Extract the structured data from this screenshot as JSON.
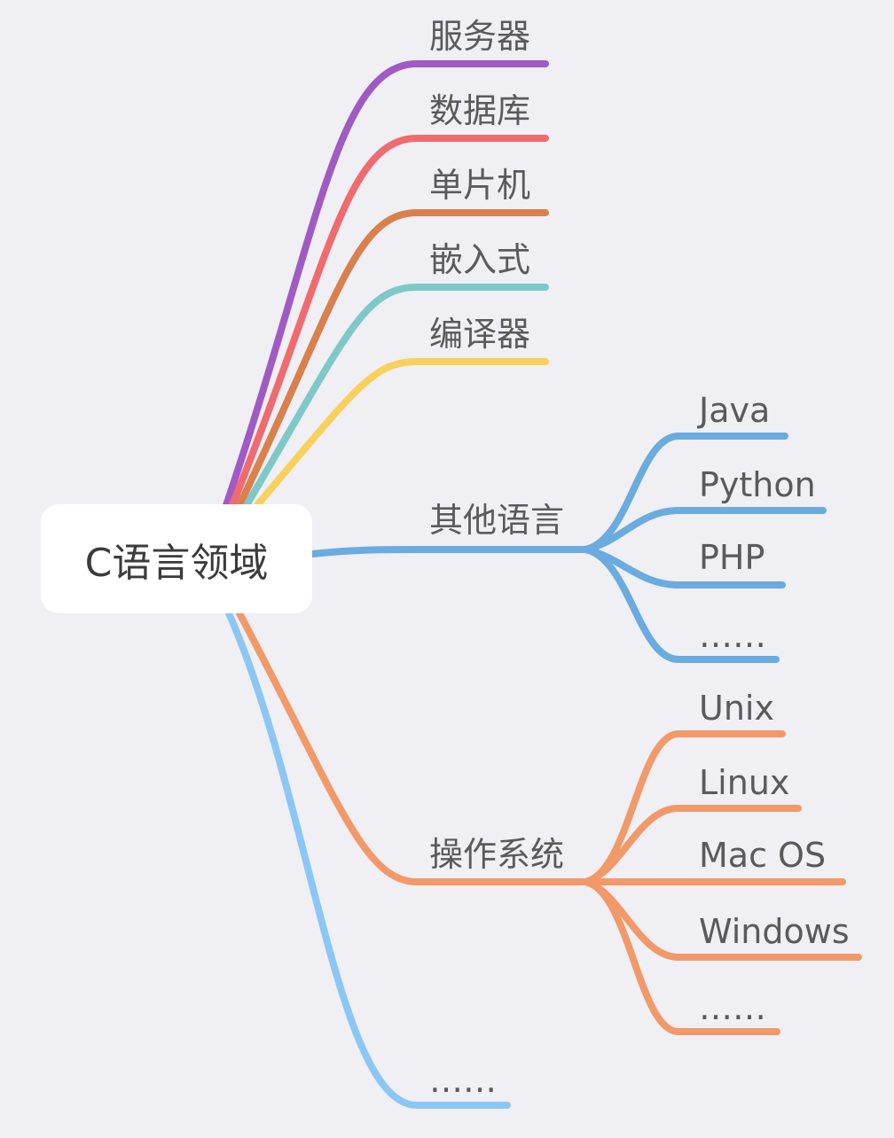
{
  "root": {
    "label": "C语言领域"
  },
  "branches": {
    "server": {
      "label": "服务器",
      "color": "#a05ac4"
    },
    "database": {
      "label": "数据库",
      "color": "#ef6b6f"
    },
    "mcu": {
      "label": "单片机",
      "color": "#d9804d"
    },
    "embedded": {
      "label": "嵌入式",
      "color": "#7ec8c8"
    },
    "compiler": {
      "label": "编译器",
      "color": "#f8d05c"
    },
    "other_languages": {
      "label": "其他语言",
      "color": "#6aabe0",
      "children": [
        "Java",
        "Python",
        "PHP",
        "……"
      ]
    },
    "operating_systems": {
      "label": "操作系统",
      "color": "#f2996a",
      "children": [
        "Unix",
        "Linux",
        "Mac OS",
        "Windows",
        "……"
      ]
    },
    "more": {
      "label": "……",
      "color": "#8cc6f5"
    }
  }
}
